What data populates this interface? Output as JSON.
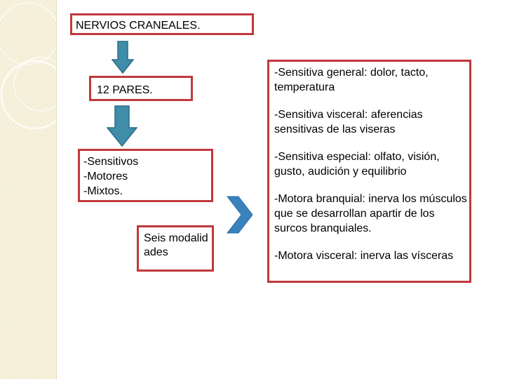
{
  "title": "NERVIOS CRANEALES.",
  "pares": "12 PARES.",
  "types": [
    "-Sensitivos",
    "-Motores",
    "-Mixtos."
  ],
  "seis": "Seis modalidades",
  "modalidades": [
    "-Sensitiva general: dolor, tacto, temperatura",
    "-Sensitiva visceral: aferencias sensitivas de las viseras",
    "-Sensitiva especial: olfato, visión, gusto, audición y equilibrio",
    "-Motora branquial: inerva los músculos que se desarrollan apartir de los surcos branquiales.",
    "-Motora visceral: inerva las vísceras"
  ],
  "colors": {
    "box_border": "#c0393b",
    "arrow_fill": "#3f8da8",
    "arrow_stroke": "#2c6d86",
    "chevron_fill": "#3b82bd",
    "side_strip": "#f4eed6"
  },
  "icons": [
    "down-arrow-icon",
    "chevron-right-icon"
  ]
}
